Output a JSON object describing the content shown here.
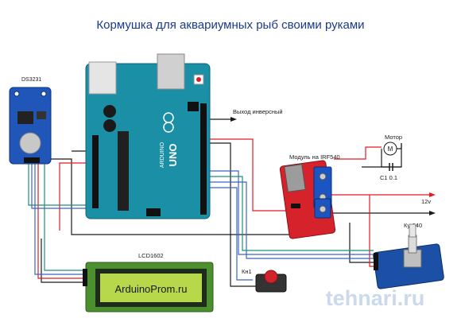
{
  "title": "Кормушка для аквариумных рыб своими руками",
  "labels": {
    "ds3231": "DS3231",
    "output": "Выход инверсный",
    "motor": "Мотор",
    "module": "Модуль на IRF540",
    "capacitor": "C1 0.1",
    "v12": "12v",
    "encoder": "Ку-040",
    "lcd": "LCD1602",
    "button": "Кн1",
    "lcd_text": "ArduinoProm.ru",
    "watermark": "tehnari.ru",
    "uno_brand": "UNO",
    "uno_text": "ARDUINO",
    "motor_symbol": "M"
  },
  "colors": {
    "title": "#1a3a8a",
    "arduino": "#1b8fa6",
    "ds3231": "#1f56b8",
    "module": "#d6232b",
    "lcd": "#4c8f2e",
    "lcd_screen": "#b7d84a",
    "wire_black": "#1a1a1a",
    "wire_red": "#e11b22",
    "wire_blue": "#3a64c8",
    "wire_teal": "#1c8f7a",
    "watermark": "#b9cde6"
  }
}
